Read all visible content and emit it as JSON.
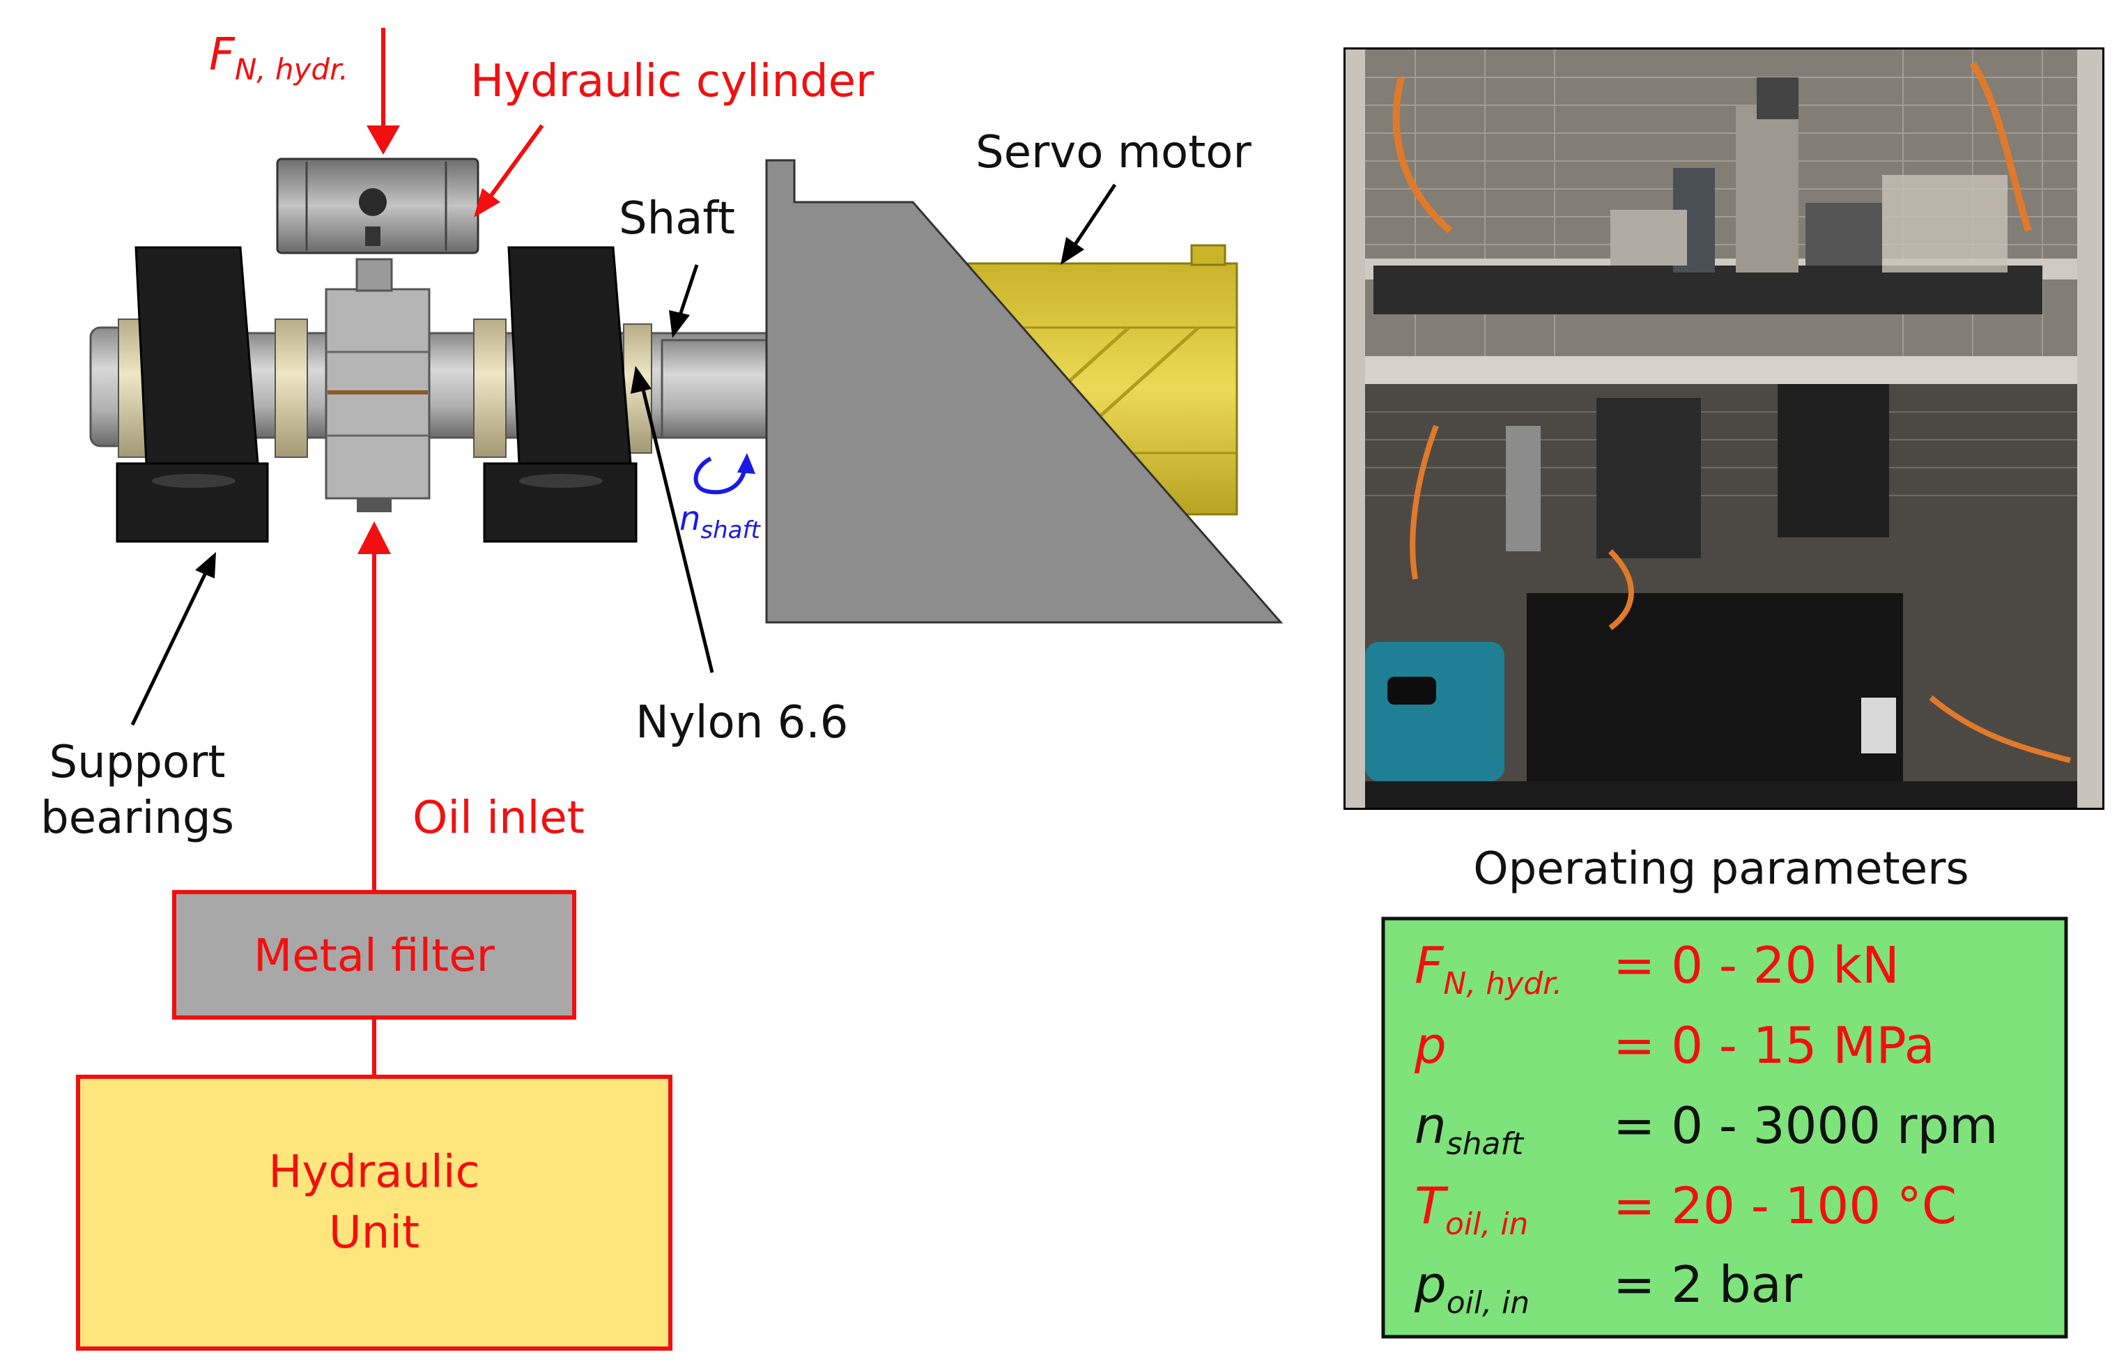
{
  "labels": {
    "force_symbol": "F",
    "force_subscript": "N, hydr.",
    "hydraulic_cylinder": "Hydraulic cylinder",
    "servo_motor": "Servo motor",
    "shaft": "Shaft",
    "nylon": "Nylon 6.6",
    "n_symbol": "n",
    "n_subscript": "shaft",
    "support_bearings_line1": "Support",
    "support_bearings_line2": "bearings",
    "oil_inlet": "Oil inlet",
    "metal_filter": "Metal filter",
    "hydraulic_unit_line1": "Hydraulic",
    "hydraulic_unit_line2": "Unit"
  },
  "parameters": {
    "title": "Operating parameters",
    "rows": [
      {
        "symbol": "F",
        "subscript": "N, hydr.",
        "value": "= 0 - 20 kN",
        "color": "#f20f0f"
      },
      {
        "symbol": "p",
        "subscript": "",
        "value": "= 0 - 15 MPa",
        "color": "#f20f0f"
      },
      {
        "symbol": "n",
        "subscript": "shaft",
        "value": "= 0 - 3000 rpm",
        "color": "#111111"
      },
      {
        "symbol": "T",
        "subscript": "oil, in",
        "value": "= 20 - 100 °C",
        "color": "#f20f0f"
      },
      {
        "symbol": "p",
        "subscript": "oil, in",
        "value": "= 2 bar",
        "color": "#111111"
      }
    ]
  },
  "colors": {
    "red": "#f20f0f",
    "blue": "#1a1ae6",
    "parameter_box": "#7ee37a",
    "hydraulic_unit": "#fee67c",
    "metal_filter": "#a8a8a8",
    "servo_motor": "#e3cf3e",
    "bearing_housing": "#1c1c1c"
  }
}
